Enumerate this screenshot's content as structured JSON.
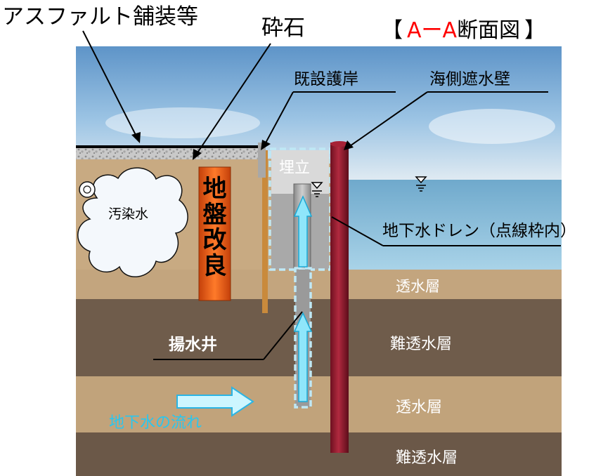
{
  "title": {
    "bracket_open": "【",
    "part1": "A",
    "dash": "ー",
    "part2": "A",
    "suffix": "断面図",
    "bracket_close": "】",
    "accent_color": "#ff0000"
  },
  "labels": {
    "asphalt": "アスファルト舗装等",
    "crushed_stone": "砕石",
    "existing_seawall": "既設護岸",
    "sea_side_wall": "海側遮水壁",
    "reclaimed": "埋立",
    "contaminated_water": "汚染水",
    "ground_improvement": "地盤改良",
    "groundwater_drain": "地下水ドレン（点線枠内）",
    "pumping_well": "揚水井",
    "groundwater_flow": "地下水の流れ",
    "permeable_layer_1": "透水層",
    "impermeable_layer_1": "難透水層",
    "permeable_layer_2": "透水層",
    "impermeable_layer_2": "難透水層"
  },
  "colors": {
    "sky": "#86b4da",
    "sea": "#7fb7d4",
    "permeable": "#c1a57e",
    "impermeable": "#6b5a4a",
    "sea_wall": "#8b1a2b",
    "improvement": "#e0560e",
    "flow_arrow": "#29c6ef"
  }
}
